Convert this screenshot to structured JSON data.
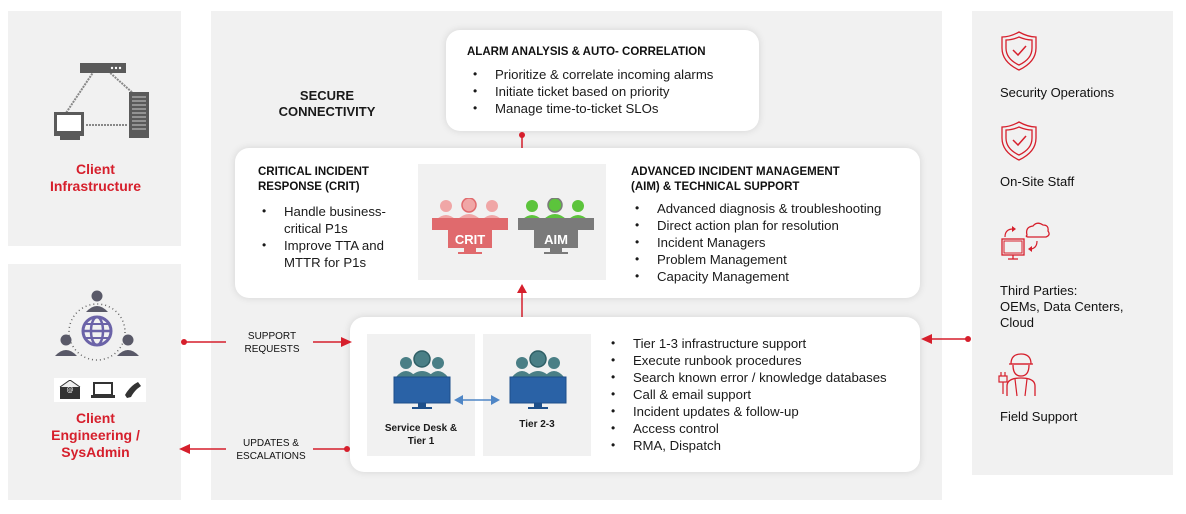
{
  "left_panels": {
    "infrastructure": {
      "label": "Client Infrastructure",
      "icon": "network-infrastructure-icon"
    },
    "engineering": {
      "label_lines": [
        "Client",
        "Engineering /",
        "SysAdmin"
      ],
      "icons": [
        "people-network-globe-icon",
        "email-icon",
        "laptop-icon",
        "phone-icon"
      ]
    }
  },
  "center": {
    "secure_connectivity": {
      "line1": "SECURE",
      "line2": "CONNECTIVITY"
    },
    "alarm": {
      "title": "ALARM ANALYSIS & AUTO- CORRELATION",
      "items": [
        "Prioritize & correlate incoming alarms",
        "Initiate ticket based on priority",
        "Manage time-to-ticket SLOs"
      ]
    },
    "crit": {
      "title_line1": "CRITICAL INCIDENT",
      "title_line2": "RESPONSE (CRIT)",
      "items": [
        "Handle business-critical P1s",
        "Improve TTA and MTTR for P1s"
      ],
      "badge": "CRIT"
    },
    "aim": {
      "title_line1": "ADVANCED INCIDENT MANAGEMENT",
      "title_line2": "(AIM) & TECHNICAL SUPPORT",
      "items": [
        "Advanced diagnosis & troubleshooting",
        "Direct action plan for resolution",
        "Incident Managers",
        "Problem Management",
        "Capacity Management"
      ],
      "badge": "AIM"
    },
    "service_desk": {
      "tier1_label_line1": "Service Desk &",
      "tier1_label_line2": "Tier 1",
      "tier23_label": "Tier 2-3",
      "items": [
        "Tier 1-3 infrastructure support",
        "Execute runbook procedures",
        "Search known error / knowledge databases",
        "Call & email support",
        "Incident updates & follow-up",
        "Access control",
        "RMA, Dispatch"
      ]
    },
    "flows": {
      "support_requests_line1": "SUPPORT",
      "support_requests_line2": "REQUESTS",
      "updates_line1": "UPDATES &",
      "updates_line2": "ESCALATIONS"
    }
  },
  "right_panel": {
    "items": [
      {
        "label": "Security Operations",
        "icon": "shield-check-icon"
      },
      {
        "label": "On-Site Staff",
        "icon": "shield-check-icon"
      },
      {
        "label_lines": [
          "Third Parties:",
          "OEMs, Data Centers,",
          "Cloud"
        ],
        "icon": "cloud-sync-monitor-icon"
      },
      {
        "label": "Field Support",
        "icon": "field-engineer-icon"
      }
    ]
  },
  "colors": {
    "accent_red": "#d61f2c",
    "panel_gray": "#f1f1f1",
    "agent_blue": "#2a62a6",
    "agent_teal": "#4a7f86",
    "crit_red": "#e06a6d",
    "aim_gray": "#7a7a7a",
    "aim_green": "#5cc43c",
    "link_blue": "#4f86c6"
  }
}
